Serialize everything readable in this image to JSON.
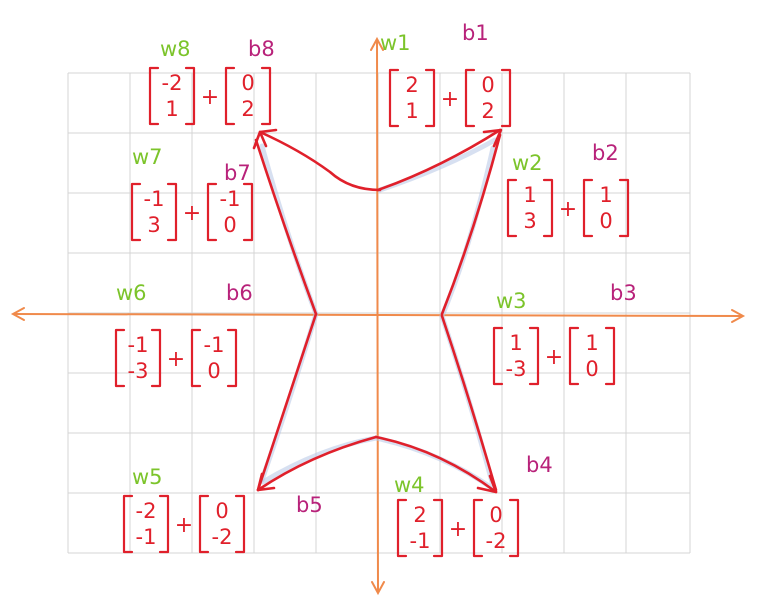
{
  "colors": {
    "grid": "#d4d4d4",
    "axis": "#f08a4b",
    "ink_red": "#e0202b",
    "weight_label": "#7cc42b",
    "bias_label": "#b8227a",
    "shading": "#b7c6e6"
  },
  "plus_sign": "+",
  "annotations": [
    {
      "id": "1",
      "w_label": "w1",
      "b_label": "b1",
      "w": [
        "2",
        "1"
      ],
      "b": [
        "0",
        "2"
      ]
    },
    {
      "id": "2",
      "w_label": "w2",
      "b_label": "b2",
      "w": [
        "1",
        "3"
      ],
      "b": [
        "1",
        "0"
      ]
    },
    {
      "id": "3",
      "w_label": "w3",
      "b_label": "b3",
      "w": [
        "1",
        "-3"
      ],
      "b": [
        "1",
        "0"
      ]
    },
    {
      "id": "4",
      "w_label": "w4",
      "b_label": "b4",
      "w": [
        "2",
        "-1"
      ],
      "b": [
        "0",
        "-2"
      ]
    },
    {
      "id": "5",
      "w_label": "w5",
      "b_label": "b5",
      "w": [
        "-2",
        "-1"
      ],
      "b": [
        "0",
        "-2"
      ]
    },
    {
      "id": "6",
      "w_label": "w6",
      "b_label": "b6",
      "w": [
        "-1",
        "-3"
      ],
      "b": [
        "-1",
        "0"
      ]
    },
    {
      "id": "7",
      "w_label": "w7",
      "b_label": "b7",
      "w": [
        "-1",
        "3"
      ],
      "b": [
        "-1",
        "0"
      ]
    },
    {
      "id": "8",
      "w_label": "w8",
      "b_label": "b8",
      "w": [
        "-2",
        "1"
      ],
      "b": [
        "0",
        "2"
      ]
    }
  ]
}
